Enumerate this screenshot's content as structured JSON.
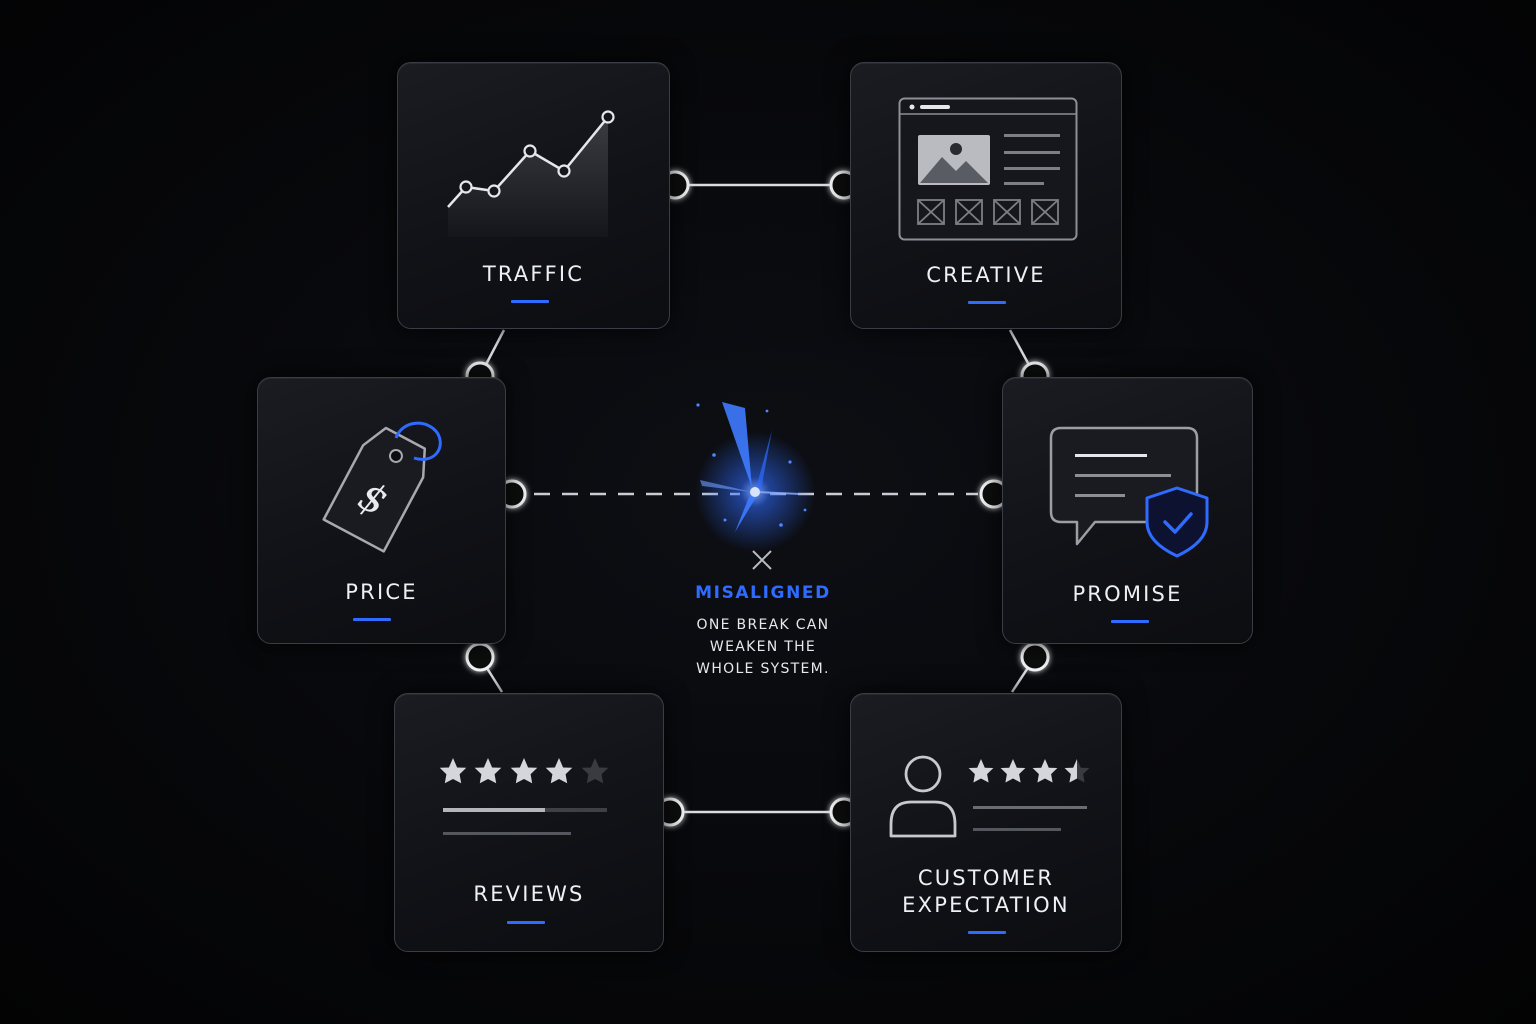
{
  "cards": {
    "traffic": {
      "label": "TRAFFIC",
      "icon": "line-chart-icon"
    },
    "creative": {
      "label": "CREATIVE",
      "icon": "web-layout-icon"
    },
    "price": {
      "label": "PRICE",
      "icon": "price-tag-icon"
    },
    "promise": {
      "label": "PROMISE",
      "icon": "speech-shield-icon"
    },
    "reviews": {
      "label": "REVIEWS",
      "icon": "star-rating-icon",
      "rating": 4
    },
    "customer": {
      "label": "CUSTOMER\nEXPECTATION",
      "icon": "user-rating-icon",
      "rating": 3.5
    }
  },
  "center": {
    "status_icon": "x-icon",
    "status": "MISALIGNED",
    "message": "ONE BREAK CAN\nWEAKEN THE\nWHOLE SYSTEM."
  },
  "colors": {
    "background": "#07080b",
    "accent": "#2f6bff",
    "card_border": "#3a3d45",
    "text": "#eef0f4"
  }
}
